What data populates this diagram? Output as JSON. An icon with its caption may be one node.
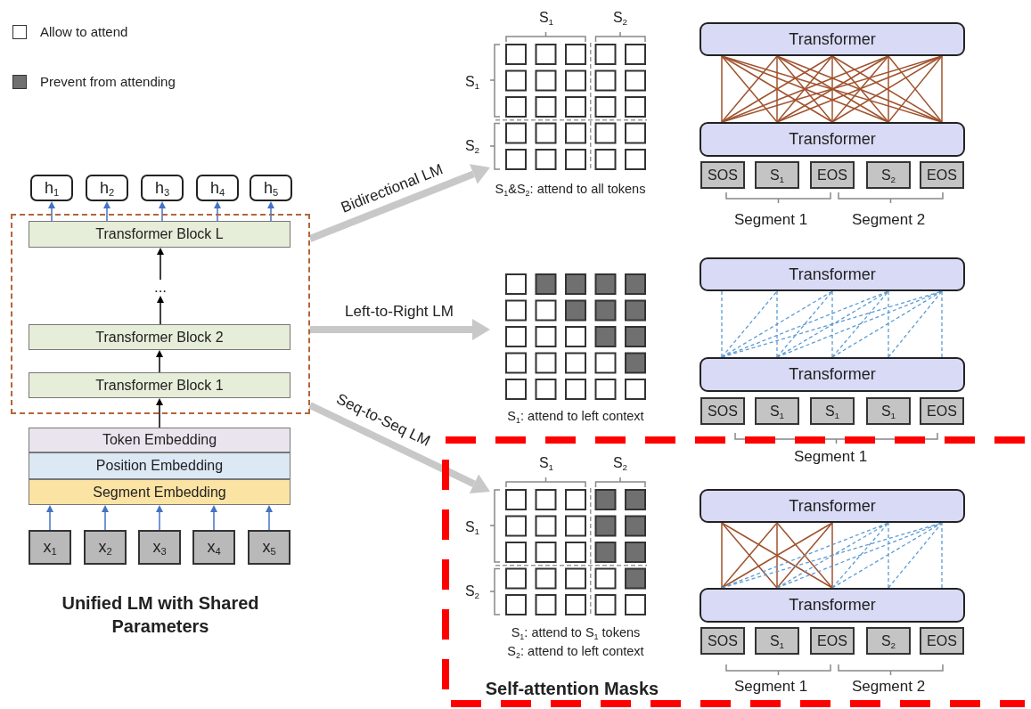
{
  "diagram": {
    "nodes": [
      {
        "text": [],
        "shape": "box"
      },
      {
        "text": [
          "Transformer Block L"
        ],
        "in": 0
      },
      {
        "text": [
          "..."
        ],
        "in": 0
      },
      {
        "text": [
          "Transformer Block 2"
        ],
        "in": 0
      },
      {
        "text": [
          "Transformer Block 1"
        ],
        "in": 0
      },
      {
        "text": [
          "Token Embedding"
        ]
      },
      {
        "text": [
          "Position Embedding"
        ]
      },
      {
        "text": [
          "Segment Embedding"
        ]
      },
      {
        "text": [
          "h$_{1}$"
        ]
      },
      {
        "text": [
          "h$_{2}$"
        ]
      },
      {
        "text": [
          "h$_{3}$"
        ]
      },
      {
        "text": [
          "h$_{4}$"
        ]
      },
      {
        "text": [
          "h$_{5}$"
        ]
      },
      {
        "text": [
          "x$_{1}$"
        ]
      },
      {
        "text": [
          "x$_{2}$"
        ]
      },
      {
        "text": [
          "x$_{3}$"
        ]
      },
      {
        "text": [
          "x$_{4}$"
        ]
      },
      {
        "text": [
          "x$_{5}$"
        ]
      },
      {
        "text": [],
        "shape": "grid",
        "beside": [
          "S$_{1}$",
          "S$_{2}$",
          "S$_{1}$",
          "S$_{2}$",
          "S$_{1}$&S$_{2}$: attend to all tokens"
        ]
      },
      {
        "text": [],
        "shape": "grid",
        "beside": [
          "S$_{1}$: attend to left context"
        ]
      },
      {
        "text": [],
        "shape": "grid",
        "beside": [
          "S$_{1}$",
          "S$_{2}$",
          "S$_{1}$",
          "S$_{2}$",
          "S$_{1}$: attend to S$_{1}$ tokens",
          "S$_{2}$: attend to left context"
        ]
      },
      {
        "text": [
          "Transformer"
        ]
      },
      {
        "text": [
          "Transformer"
        ]
      },
      {
        "text": [
          "SOS"
        ]
      },
      {
        "text": [
          "S$_{1}$"
        ]
      },
      {
        "text": [
          "EOS"
        ]
      },
      {
        "text": [
          "S$_{2}$"
        ]
      },
      {
        "text": [
          "EOS"
        ]
      },
      {
        "text": [
          "Transformer"
        ]
      },
      {
        "text": [
          "Transformer"
        ]
      },
      {
        "text": [
          "SOS"
        ]
      },
      {
        "text": [
          "S$_{1}$"
        ]
      },
      {
        "text": [
          "S$_{1}$"
        ]
      },
      {
        "text": [
          "S$_{1}$"
        ]
      },
      {
        "text": [
          "EOS"
        ]
      },
      {
        "text": [
          "Transformer"
        ]
      },
      {
        "text": [
          "Transformer"
        ]
      },
      {
        "text": [
          "SOS"
        ]
      },
      {
        "text": [
          "S$_{1}$"
        ]
      },
      {
        "text": [
          "EOS"
        ]
      },
      {
        "text": [
          "S$_{2}$"
        ]
      },
      {
        "text": [
          "EOS"
        ]
      }
    ],
    "edges": [
      {
        "from": 13,
        "to": 7,
        "arrow": "to",
        "color": "#4472c4"
      },
      {
        "from": 14,
        "to": 7,
        "arrow": "to",
        "color": "#4472c4"
      },
      {
        "from": 15,
        "to": 7,
        "arrow": "to",
        "color": "#4472c4"
      },
      {
        "from": 16,
        "to": 7,
        "arrow": "to",
        "color": "#4472c4"
      },
      {
        "from": 17,
        "to": 7,
        "arrow": "to",
        "color": "#4472c4"
      },
      {
        "from": 5,
        "to": 4,
        "arrow": "to",
        "color": "#000000"
      },
      {
        "from": 4,
        "to": 3,
        "arrow": "to",
        "color": "#000000"
      },
      {
        "from": 3,
        "to": 2,
        "arrow": "to",
        "color": "#000000"
      },
      {
        "from": 2,
        "to": 1,
        "arrow": "to",
        "color": "#000000"
      },
      {
        "from": 1,
        "to": 8,
        "arrow": "to",
        "color": "#4472c4"
      },
      {
        "from": 1,
        "to": 9,
        "arrow": "to",
        "color": "#4472c4"
      },
      {
        "from": 1,
        "to": 10,
        "arrow": "to",
        "color": "#4472c4"
      },
      {
        "from": 1,
        "to": 11,
        "arrow": "to",
        "color": "#4472c4"
      },
      {
        "from": 1,
        "to": 12,
        "arrow": "to",
        "color": "#4472c4"
      },
      {
        "from": 0,
        "to": 18,
        "arrow": "to",
        "label": "Bidirectional LM",
        "style": "thick",
        "color": "#c8c8c8"
      },
      {
        "from": 0,
        "to": 19,
        "arrow": "to",
        "label": "Left-to-Right LM",
        "style": "thick",
        "color": "#c8c8c8"
      },
      {
        "from": 0,
        "to": 20,
        "arrow": "to",
        "label": "Seq-to-Seq LM",
        "style": "thick",
        "color": "#c8c8c8"
      },
      {
        "from": 22,
        "to": 21,
        "arrow": "none"
      },
      {
        "from": 22,
        "to": 21,
        "arrow": "none"
      },
      {
        "from": 22,
        "to": 21,
        "arrow": "none"
      },
      {
        "from": 22,
        "to": 21,
        "arrow": "none"
      },
      {
        "from": 22,
        "to": 21,
        "arrow": "none"
      },
      {
        "from": 22,
        "to": 21,
        "arrow": "none"
      },
      {
        "from": 22,
        "to": 21,
        "arrow": "none"
      },
      {
        "from": 22,
        "to": 21,
        "arrow": "none"
      },
      {
        "from": 22,
        "to": 21,
        "arrow": "none"
      },
      {
        "from": 22,
        "to": 21,
        "arrow": "none"
      },
      {
        "from": 22,
        "to": 21,
        "arrow": "none"
      },
      {
        "from": 22,
        "to": 21,
        "arrow": "none"
      },
      {
        "from": 22,
        "to": 21,
        "arrow": "none"
      },
      {
        "from": 22,
        "to": 21,
        "arrow": "none"
      },
      {
        "from": 22,
        "to": 21,
        "arrow": "none"
      },
      {
        "from": 22,
        "to": 21,
        "arrow": "none"
      },
      {
        "from": 22,
        "to": 21,
        "arrow": "none"
      },
      {
        "from": 22,
        "to": 21,
        "arrow": "none"
      },
      {
        "from": 22,
        "to": 21,
        "arrow": "none"
      },
      {
        "from": 22,
        "to": 21,
        "arrow": "none"
      },
      {
        "from": 22,
        "to": 21,
        "arrow": "none"
      },
      {
        "from": 22,
        "to": 21,
        "arrow": "none"
      },
      {
        "from": 22,
        "to": 21,
        "arrow": "none"
      },
      {
        "from": 22,
        "to": 21,
        "arrow": "none"
      },
      {
        "from": 22,
        "to": 21,
        "arrow": "none"
      },
      {
        "from": 29,
        "to": 28,
        "arrow": "none",
        "style": "dashed",
        "color": "#5b9bd5"
      },
      {
        "from": 29,
        "to": 28,
        "arrow": "none",
        "style": "dashed",
        "color": "#5b9bd5"
      },
      {
        "from": 29,
        "to": 28,
        "arrow": "none",
        "style": "dashed",
        "color": "#5b9bd5"
      },
      {
        "from": 29,
        "to": 28,
        "arrow": "none",
        "style": "dashed",
        "color": "#5b9bd5"
      },
      {
        "from": 29,
        "to": 28,
        "arrow": "none",
        "style": "dashed",
        "color": "#5b9bd5"
      },
      {
        "from": 29,
        "to": 28,
        "arrow": "none",
        "style": "dashed",
        "color": "#5b9bd5"
      },
      {
        "from": 29,
        "to": 28,
        "arrow": "none",
        "style": "dashed",
        "color": "#5b9bd5"
      },
      {
        "from": 29,
        "to": 28,
        "arrow": "none",
        "style": "dashed",
        "color": "#5b9bd5"
      },
      {
        "from": 29,
        "to": 28,
        "arrow": "none",
        "style": "dashed",
        "color": "#5b9bd5"
      },
      {
        "from": 29,
        "to": 28,
        "arrow": "none",
        "style": "dashed",
        "color": "#5b9bd5"
      },
      {
        "from": 29,
        "to": 28,
        "arrow": "none",
        "style": "dashed",
        "color": "#5b9bd5"
      },
      {
        "from": 29,
        "to": 28,
        "arrow": "none",
        "style": "dashed",
        "color": "#5b9bd5"
      },
      {
        "from": 29,
        "to": 28,
        "arrow": "none",
        "style": "dashed",
        "color": "#5b9bd5"
      },
      {
        "from": 29,
        "to": 28,
        "arrow": "none",
        "style": "dashed",
        "color": "#5b9bd5"
      },
      {
        "from": 29,
        "to": 28,
        "arrow": "none",
        "style": "dashed",
        "color": "#5b9bd5"
      },
      {
        "from": 36,
        "to": 35,
        "arrow": "none"
      },
      {
        "from": 36,
        "to": 35,
        "arrow": "none"
      },
      {
        "from": 36,
        "to": 35,
        "arrow": "none"
      },
      {
        "from": 36,
        "to": 35,
        "arrow": "none"
      },
      {
        "from": 36,
        "to": 35,
        "arrow": "none"
      },
      {
        "from": 36,
        "to": 35,
        "arrow": "none"
      },
      {
        "from": 36,
        "to": 35,
        "arrow": "none"
      },
      {
        "from": 36,
        "to": 35,
        "arrow": "none"
      },
      {
        "from": 36,
        "to": 35,
        "arrow": "none"
      },
      {
        "from": 36,
        "to": 35,
        "arrow": "none",
        "style": "dashed",
        "color": "#5b9bd5"
      },
      {
        "from": 36,
        "to": 35,
        "arrow": "none",
        "style": "dashed",
        "color": "#5b9bd5"
      },
      {
        "from": 36,
        "to": 35,
        "arrow": "none",
        "style": "dashed",
        "color": "#5b9bd5"
      },
      {
        "from": 36,
        "to": 35,
        "arrow": "none",
        "style": "dashed",
        "color": "#5b9bd5"
      },
      {
        "from": 36,
        "to": 35,
        "arrow": "none",
        "style": "dashed",
        "color": "#5b9bd5"
      },
      {
        "from": 36,
        "to": 35,
        "arrow": "none",
        "style": "dashed",
        "color": "#5b9bd5"
      },
      {
        "from": 36,
        "to": 35,
        "arrow": "none",
        "style": "dashed",
        "color": "#5b9bd5"
      },
      {
        "from": 36,
        "to": 35,
        "arrow": "none",
        "style": "dashed",
        "color": "#5b9bd5"
      },
      {
        "from": 36,
        "to": 35,
        "arrow": "none",
        "style": "dashed",
        "color": "#5b9bd5"
      }
    ],
    "labels": [
      "Segment 1",
      "Segment 2",
      "Segment 1",
      "Unified LM with Shared Parameters",
      "Self-attention Masks",
      "Segment 1",
      "Segment 2"
    ],
    "legend": [
      {
        "text": "Allow to attend",
        "color": "#ffffff"
      },
      {
        "text": "Prevent from attending",
        "color": "#707070"
      }
    ]
  }
}
